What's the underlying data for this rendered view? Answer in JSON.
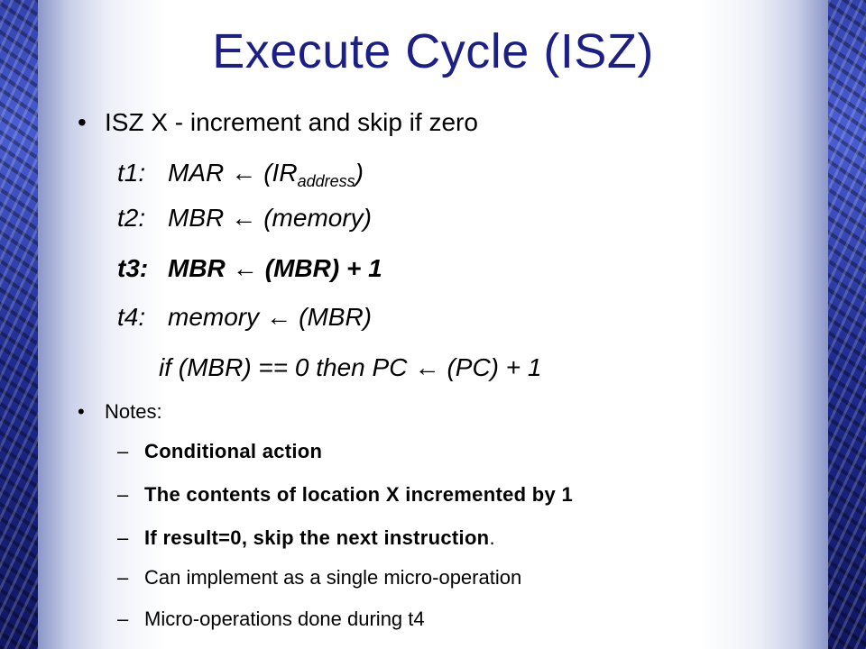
{
  "slide": {
    "title": "Execute Cycle (ISZ)",
    "bullet_main": "ISZ X - increment and skip if zero",
    "arrow": "←",
    "steps": [
      {
        "label": "t1:",
        "lhs": "MAR",
        "rhs_pre": "(IR",
        "rhs_sub": "address",
        "rhs_post": ")"
      },
      {
        "label": "t2:",
        "lhs": "MBR",
        "rhs": "(memory)"
      },
      {
        "label": "t3:",
        "lhs": "MBR",
        "rhs": "(MBR) + 1"
      },
      {
        "label": "t4:",
        "lhs": "memory",
        "rhs": "(MBR)"
      }
    ],
    "cond_pre": "if (MBR) == 0 then PC",
    "cond_post": "(PC) + 1",
    "notes_label": "Notes:",
    "notes": [
      {
        "text": "Conditional action"
      },
      {
        "text": "The contents of location X incremented by 1"
      },
      {
        "text": "If result=0, skip the next instruction",
        "tail": "."
      },
      {
        "text": "Can implement as a single micro-operation"
      },
      {
        "text": "Micro-operations done during t4"
      }
    ]
  },
  "colors": {
    "title": "#1c1f86",
    "frame": "#1f2b8f"
  }
}
